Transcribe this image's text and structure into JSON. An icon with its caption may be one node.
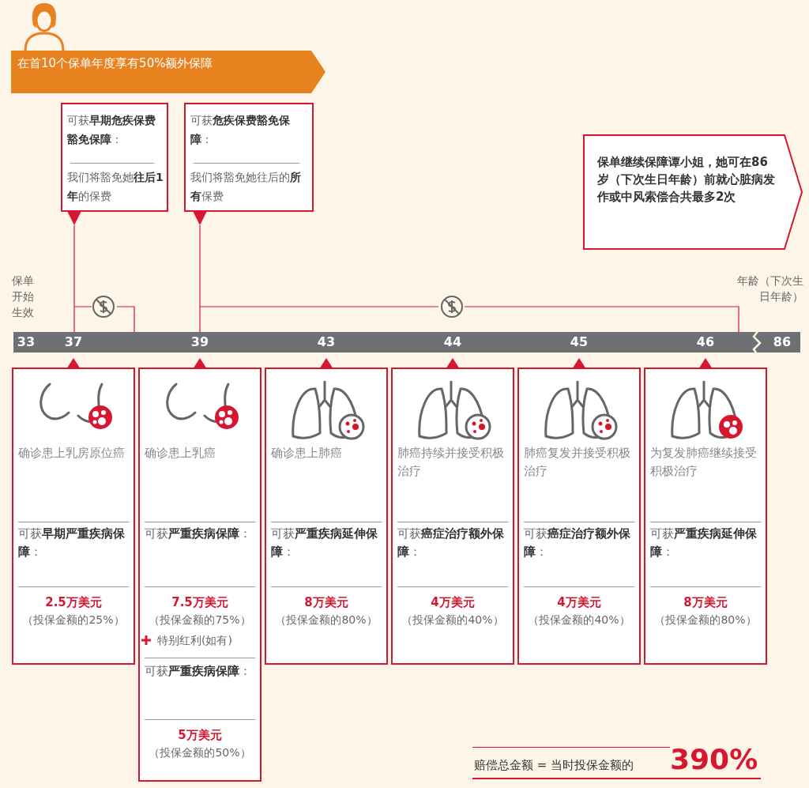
{
  "diagram": {
    "nodes": [
      {
        "text": [
          "在首10个保单年度享有50%额外保障"
        ]
      },
      {
        "text": [
          "可获**早期危疾保费豁免保障**：",
          "我们将豁免她**往后1年**的保费"
        ]
      },
      {
        "text": [
          "可获**危疾保费豁免保障**：",
          "我们将豁免她往后的**所有**保费"
        ]
      },
      {
        "text": [
          "保单继续保障谭小姐，她可在86岁（下次生日年龄）前就心脏病发作或中风索偿合共最多2次"
        ]
      },
      {
        "text": [
          "确诊患上乳房原位癌",
          "可获**早期严重疾病保障**：",
          "2.5万美元",
          "（投保金额的25%）"
        ]
      },
      {
        "text": [
          "确诊患上乳癌",
          "可获**严重疾病保障**：",
          "7.5万美元",
          "（投保金额的75%）",
          "特别红利(如有)",
          "可获**严重疾病保障**：",
          "5万美元",
          "（投保金额的50%）"
        ]
      },
      {
        "text": [
          "确诊患上肺癌",
          "可获**严重疾病延伸保障**：",
          "8万美元",
          "（投保金额的80%）"
        ]
      },
      {
        "text": [
          "肺癌持续并接受积极治疗",
          "可获**癌症治疗额外保障**：",
          "4万美元",
          "（投保金额的40%）"
        ]
      },
      {
        "text": [
          "肺癌复发并接受积极治疗",
          "可获**癌症治疗额外保障**：",
          "4万美元",
          "（投保金额的40%）"
        ]
      },
      {
        "text": [
          "为复发肺癌继续接受积极治疗",
          "可获**严重疾病延伸保障**：",
          "8万美元",
          "（投保金额的80%）"
        ]
      }
    ],
    "labels": [
      "保单开始生效",
      "年龄（下次生日年龄）",
      "33",
      "37",
      "39",
      "43",
      "44",
      "45",
      "46",
      "86",
      "赔偿总金额 = 当时投保金额的",
      "390%"
    ]
  }
}
